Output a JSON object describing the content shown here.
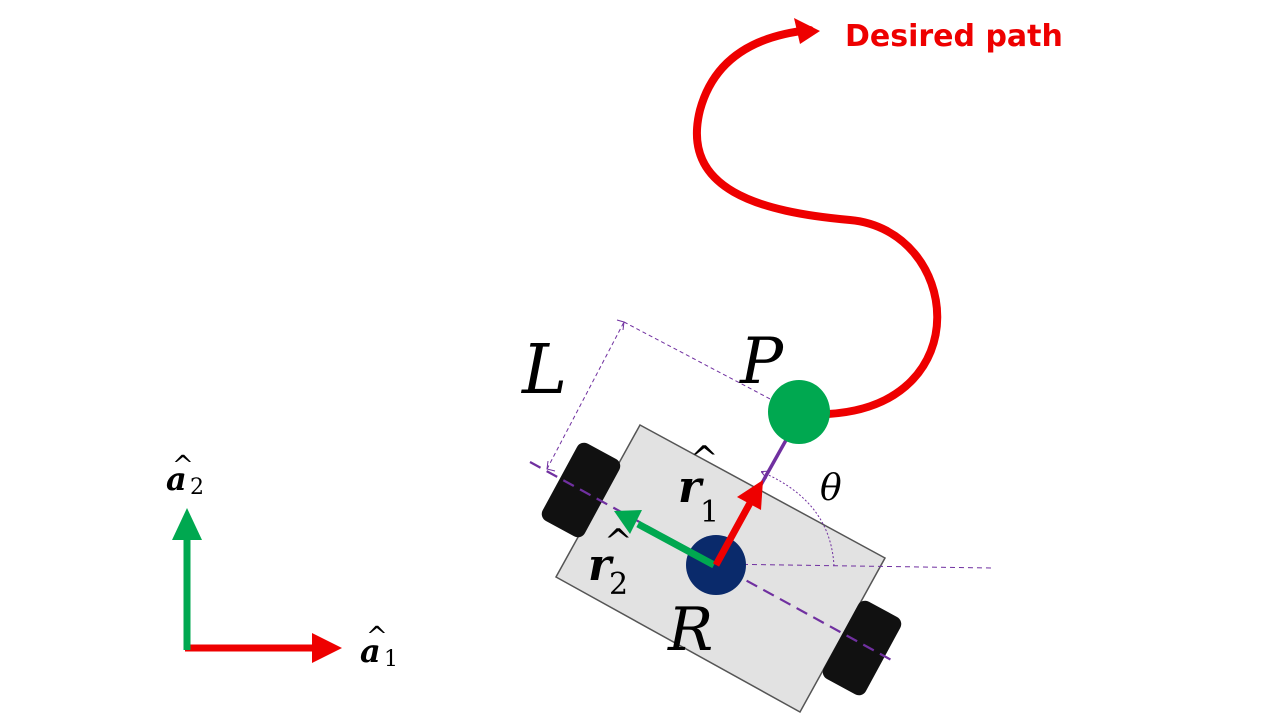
{
  "colors": {
    "path": "#ee0000",
    "green": "#00a850",
    "axis_red": "#ee0000",
    "purple": "#7030a0",
    "robot_body": "#e2e2e2",
    "wheel": "#111111",
    "hub": "#0a2a6b"
  },
  "labels": {
    "desired_path": "Desired path",
    "L": "L",
    "P": "P",
    "R": "R",
    "theta": "θ",
    "r1": {
      "base": "r",
      "hat": "^",
      "sub": "1"
    },
    "r2": {
      "base": "r",
      "hat": "^",
      "sub": "2"
    },
    "a1": {
      "base": "a",
      "hat": "^",
      "sub": "1"
    },
    "a2": {
      "base": "a",
      "hat": "^",
      "sub": "2"
    }
  },
  "icons": {
    "point_p": "green-circle",
    "point_r": "navy-circle",
    "frame": "orthogonal-axes"
  }
}
